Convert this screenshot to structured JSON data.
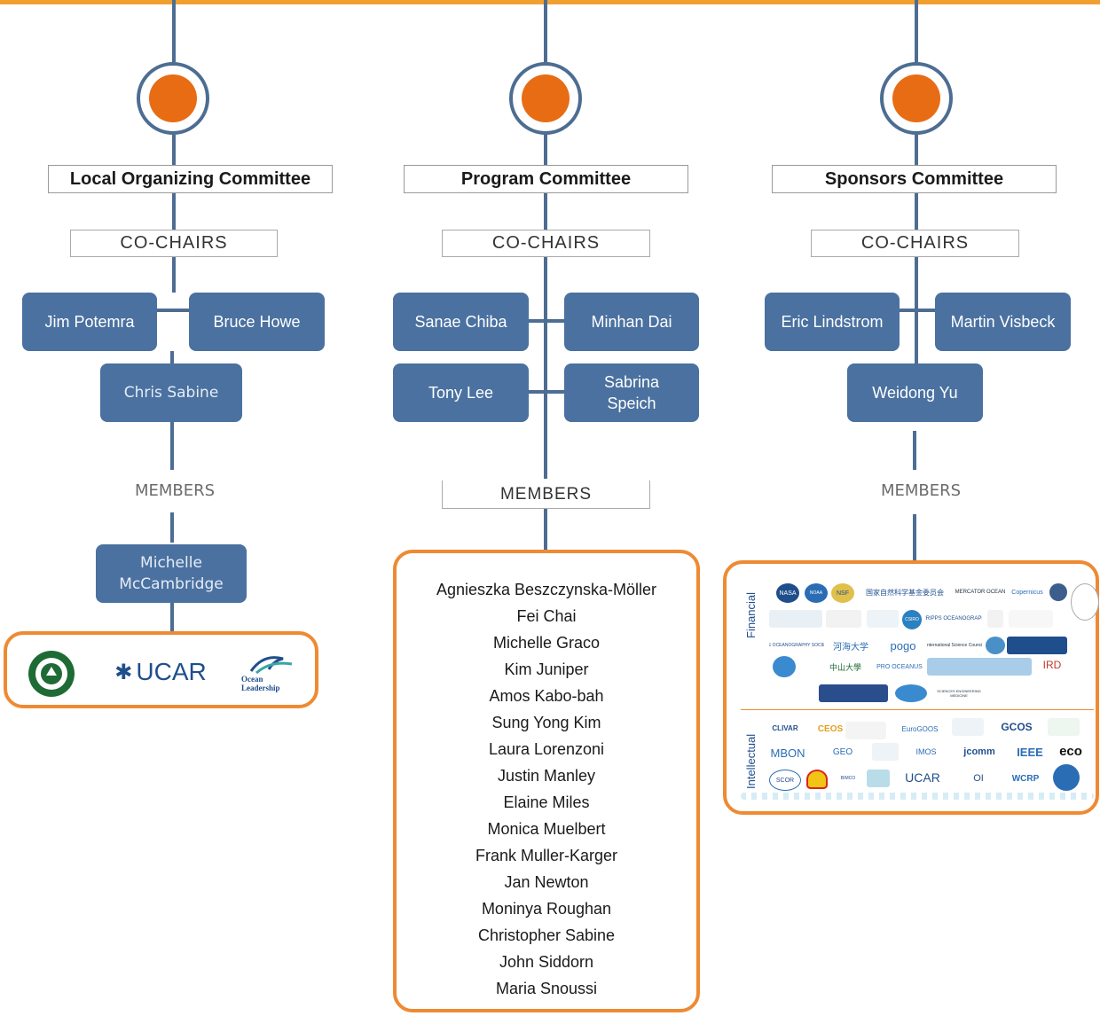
{
  "committees": [
    {
      "title": "Local Organizing Committee",
      "cochairs_label": "CO-CHAIRS",
      "chairs": [
        "Jim Potemra",
        "Bruce Howe",
        "Chris Sabine"
      ],
      "members_label": "MEMBERS",
      "members": [
        "Michelle McCambridge"
      ],
      "logos": [
        "university-of-hawaii-seal-icon",
        "ucar-logo",
        "ocean-leadership-logo"
      ],
      "logo_text": {
        "ucar": "UCAR",
        "ocean": "Ocean Leadership"
      }
    },
    {
      "title": "Program Committee",
      "cochairs_label": "CO-CHAIRS",
      "chairs": [
        "Sanae Chiba",
        "Minhan Dai",
        "Tony Lee",
        "Sabrina Speich"
      ],
      "members_label": "MEMBERS",
      "members": [
        "Agnieszka Beszczynska-Möller",
        "Fei Chai",
        "Michelle Graco",
        "Kim Juniper",
        "Amos Kabo-bah",
        "Sung Yong Kim",
        "Laura Lorenzoni",
        "Justin Manley",
        "Elaine Miles",
        "Monica Muelbert",
        "Frank Muller-Karger",
        "Jan Newton",
        "Moninya Roughan",
        "Christopher Sabine",
        "John Siddorn",
        "Maria Snoussi"
      ]
    },
    {
      "title": "Sponsors Committee",
      "cochairs_label": "CO-CHAIRS",
      "chairs": [
        "Eric Lindstrom",
        "Martin Visbeck",
        "Weidong Yu"
      ],
      "members_label": "MEMBERS",
      "sponsor_groups": [
        "Financial",
        "Intellectual"
      ],
      "financial_logos": [
        "NASA",
        "NOAA",
        "NSF",
        "国家自然科学基金委员会",
        "MERCATOR OCEAN",
        "Copernicus",
        "SCRIPPS OCEANOGRAPHY",
        "CSIRO",
        "THE OCEANOGRAPHY SOCIETY",
        "河海大学",
        "pogo",
        "International Science Council",
        "中山大學",
        "PRO OCEANUS",
        "IRD",
        "SCIENCES ENGINEERING MEDICINE"
      ],
      "intellectual_logos": [
        "CLIVAR",
        "CEOS",
        "EuroGOOS",
        "GCOS",
        "MBON",
        "GEO",
        "IMOS",
        "jcomm",
        "IEEE",
        "eco",
        "SCOR",
        "BIMCO",
        "UCAR",
        "OI",
        "WCRP"
      ]
    }
  ],
  "colors": {
    "accent_orange": "#e86c14",
    "box_border_orange": "#ee8a33",
    "person_blue": "#4a71a0",
    "line_blue": "#4d6d92",
    "top_bar": "#f0a030"
  }
}
